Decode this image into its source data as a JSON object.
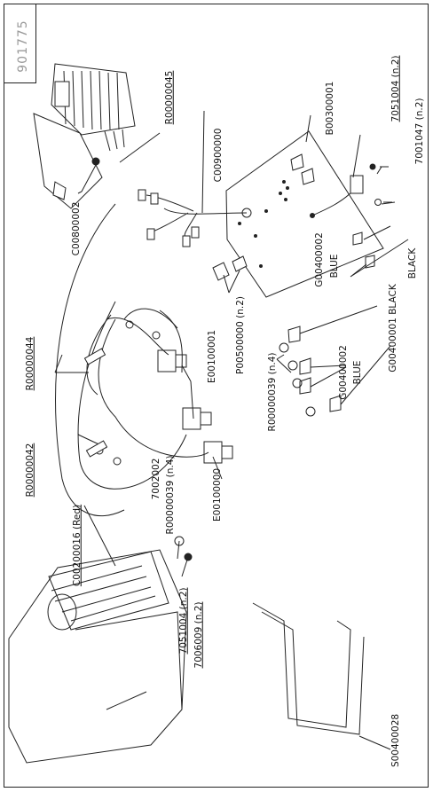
{
  "sheet_id": "901775",
  "labels": {
    "r45": "R00000045",
    "c9": "C00900000",
    "b3": "B00300001",
    "p7051_top": "7051004 (n.2)",
    "p7001": "7001047 (n.2)",
    "c8": "C00800002",
    "g2_top": "G00400002",
    "blue_top": "BLUE",
    "black_top": "BLACK",
    "r44": "R00000044",
    "e1_upper": "E00100001",
    "p5": "P00500000 (n.2)",
    "g1": "G00400001 BLACK",
    "g2_bot": "G00400002",
    "blue_bot": "BLUE",
    "r39_right": "R00000039 (n.4)",
    "r42": "R00000042",
    "p7002": "7002002",
    "r39_mid": "R00000039 (n.4)",
    "e1_lower": "E00100000",
    "c2": "C00200016 (Red)",
    "p7051_bot": "7051004 (n.2)",
    "p7006": "7006009 (n.2)",
    "s4": "S00400028"
  }
}
